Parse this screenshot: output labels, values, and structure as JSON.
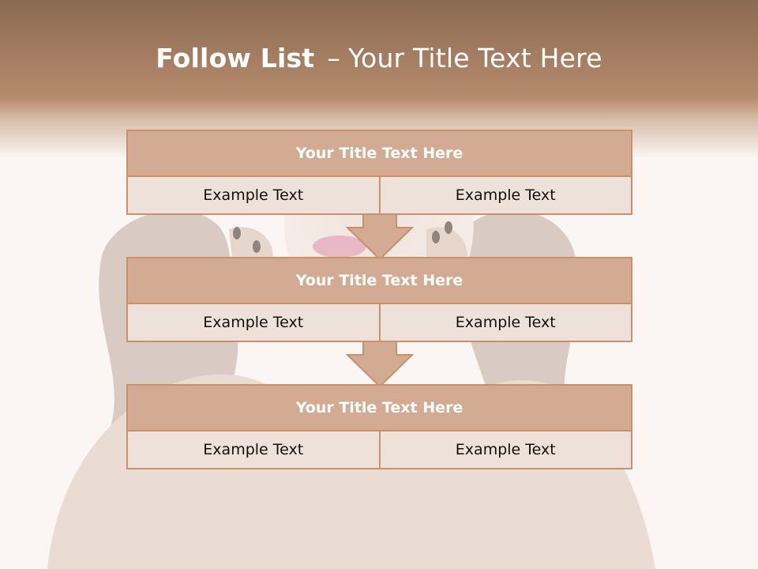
{
  "slide": {
    "title_bold": "Follow List",
    "title_separator": "–",
    "title_rest": "Your Title Text Here"
  },
  "blocks": [
    {
      "title": "Your Title Text Here",
      "cells": [
        "Example Text",
        "Example Text"
      ]
    },
    {
      "title": "Your Title Text Here",
      "cells": [
        "Example Text",
        "Example Text"
      ]
    },
    {
      "title": "Your Title Text Here",
      "cells": [
        "Example Text",
        "Example Text"
      ]
    }
  ],
  "colors": {
    "header_band": "#a07a5f",
    "block_header": "#d3ab93",
    "block_row": "#eee1d9",
    "border": "#c8916c",
    "arrow": "#d3ab93"
  },
  "icons": [
    "down-arrow-icon"
  ]
}
